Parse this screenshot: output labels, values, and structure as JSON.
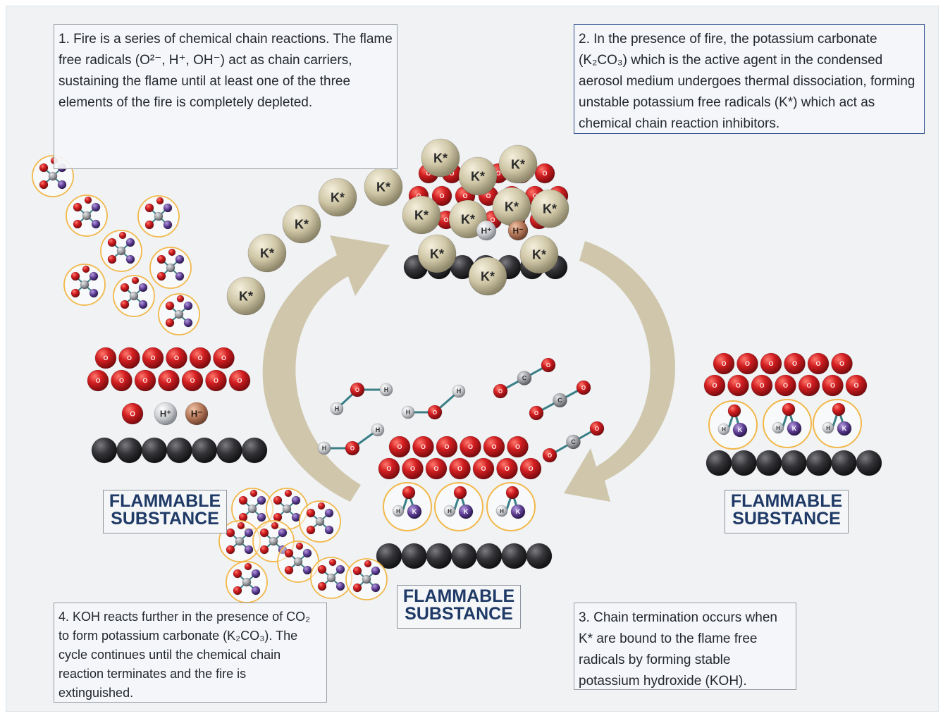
{
  "notes": {
    "step1": {
      "text": "1. Fire is a series of chemical chain reactions. The flame free radicals (O²⁻, H⁺, OH⁻) act as chain carriers, sustaining the flame until at least one of the three elements of the fire is completely depleted."
    },
    "step2": {
      "text": "2. In the presence of fire, the potassium carbonate (K₂CO₃) which is the active agent in the condensed aerosol medium undergoes thermal dissociation, forming unstable potassium free radicals (K*) which act as chemical chain reaction inhibitors."
    },
    "step3": {
      "text": "3. Chain termination occurs when K* are bound to the flame free radicals by forming stable potassium hydroxide (KOH)."
    },
    "step4": {
      "text": "4. KOH reacts further in the presence of  CO₂ to form potassium carbonate (K₂CO₃). The cycle continues until the chemical chain reaction terminates and the fire is extinguished."
    }
  },
  "labels": {
    "substance_left": {
      "line1": "FLAMMABLE",
      "line2": "SUBSTANCE"
    },
    "substance_center": {
      "line1": "FLAMMABLE",
      "line2": "SUBSTANCE"
    },
    "substance_right": {
      "line1": "FLAMMABLE",
      "line2": "SUBSTANCE"
    }
  },
  "atoms": {
    "potassium_radical": "K*",
    "oxygen": "O",
    "hydrogen": "H",
    "carbon": "C",
    "potassium": "K",
    "hydrogen_ion": "H⁺",
    "hydride_ion": "H⁻"
  },
  "colors": {
    "oxygen": "#c0161b",
    "potassium_radical": "#c9c1a3",
    "carbon_substrate": "#2b2b2e",
    "hydrogen": "#c9cbcf",
    "hydride": "#b07355",
    "potassium": "#5a3a8f",
    "cycle_arrow": "#cfc6ab",
    "label_text": "#1f3a66",
    "ring": "#f2b84a"
  }
}
